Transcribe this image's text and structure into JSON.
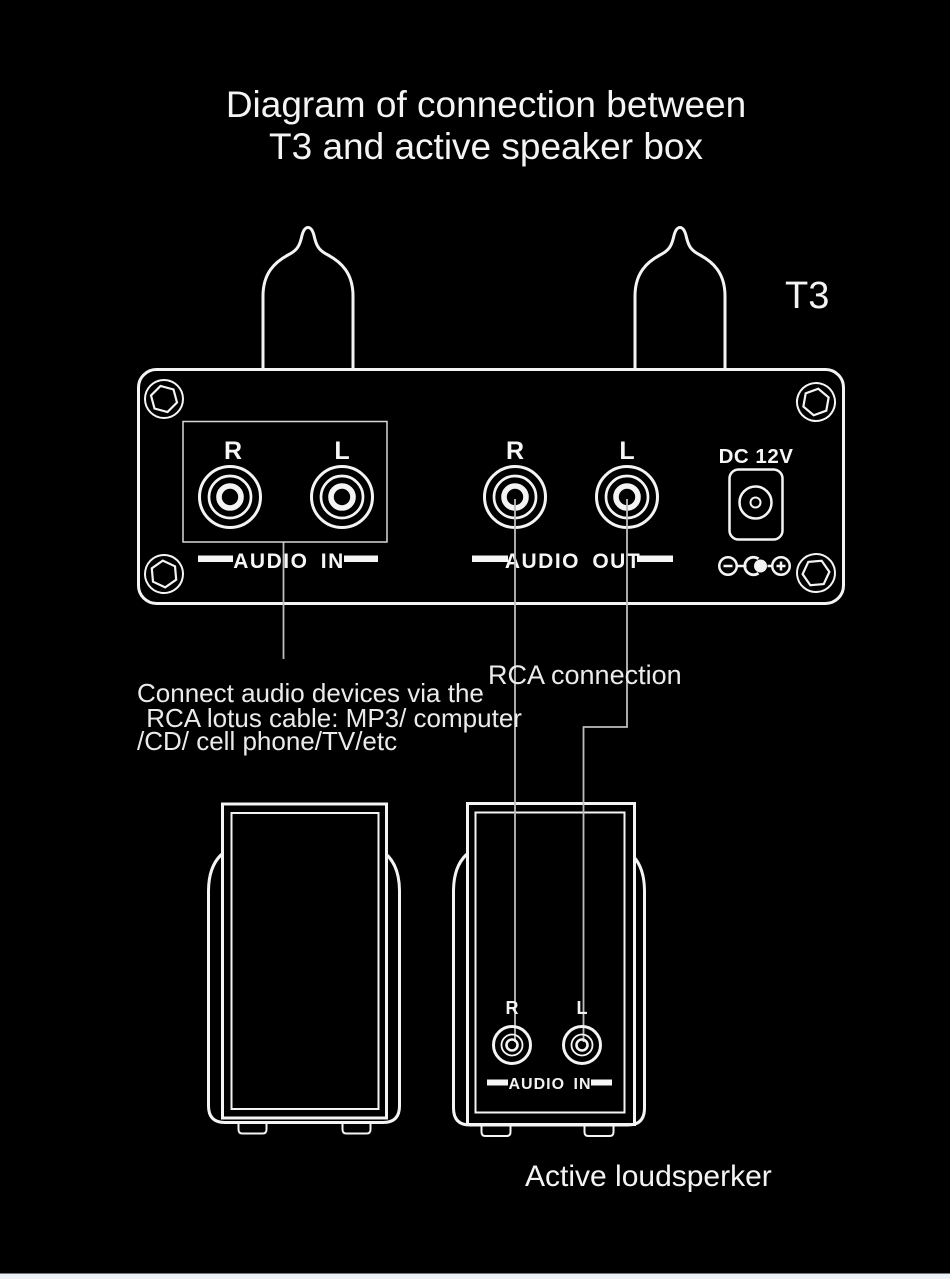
{
  "title": {
    "line1": "Diagram of connection between",
    "line2": "T3 and active speaker box"
  },
  "amplifier": {
    "name_label": "T3",
    "audio_in": {
      "r_label": "R",
      "l_label": "L",
      "caption": "AUDIO IN"
    },
    "audio_out": {
      "r_label": "R",
      "l_label": "L",
      "caption": "AUDIO OUT"
    },
    "dc_power": {
      "caption": "DC 12V"
    }
  },
  "annotations": {
    "rca_connection": "RCA connection",
    "connect_note": {
      "line1": "Connect audio devices via the",
      "line2": " RCA lotus cable: MP3/ computer",
      "line3": "/CD/ cell phone/TV/etc"
    }
  },
  "speaker": {
    "caption": "Active loudsperker",
    "rear_panel": {
      "r_label": "R",
      "l_label": "L",
      "audio_in_caption": "AUDIO IN"
    }
  },
  "colors": {
    "background": "#000000",
    "line": "#f4f4f4",
    "wire": "#bdbdbd",
    "footer_strip": "#edf1f8"
  }
}
